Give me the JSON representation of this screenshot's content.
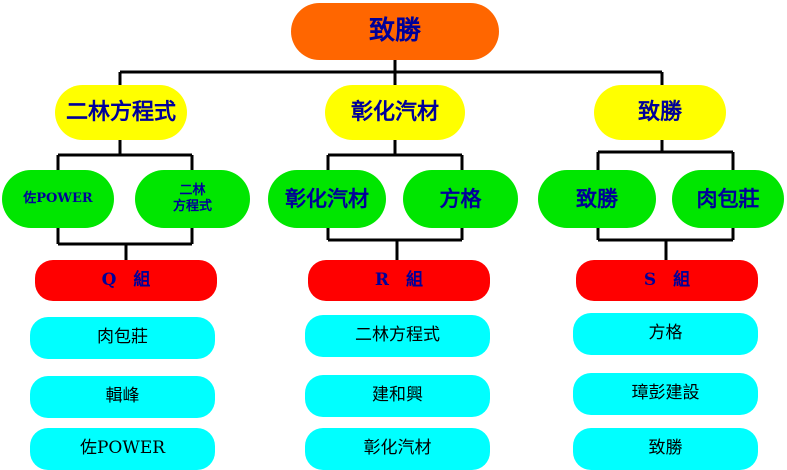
{
  "root": {
    "label": "致勝"
  },
  "branches": [
    {
      "label": "二林方程式",
      "children": [
        "佐POWER",
        "二林\n方程式"
      ],
      "group": "Q　組",
      "members": [
        "肉包莊",
        "輯峰",
        "佐POWER"
      ]
    },
    {
      "label": "彰化汽材",
      "children": [
        "彰化汽材",
        "方格"
      ],
      "group": "R　組",
      "members": [
        "二林方程式",
        "建和興",
        "彰化汽材"
      ]
    },
    {
      "label": "致勝",
      "children": [
        "致勝",
        "肉包莊"
      ],
      "group": "S　組",
      "members": [
        "方格",
        "璋彭建設",
        "致勝"
      ]
    }
  ],
  "colors": {
    "root": "#ff6600",
    "level1": "#ffff00",
    "level2": "#00e600",
    "group": "#ff0000",
    "member": "#00ffff",
    "text": "#000099",
    "lines": "#000000"
  }
}
